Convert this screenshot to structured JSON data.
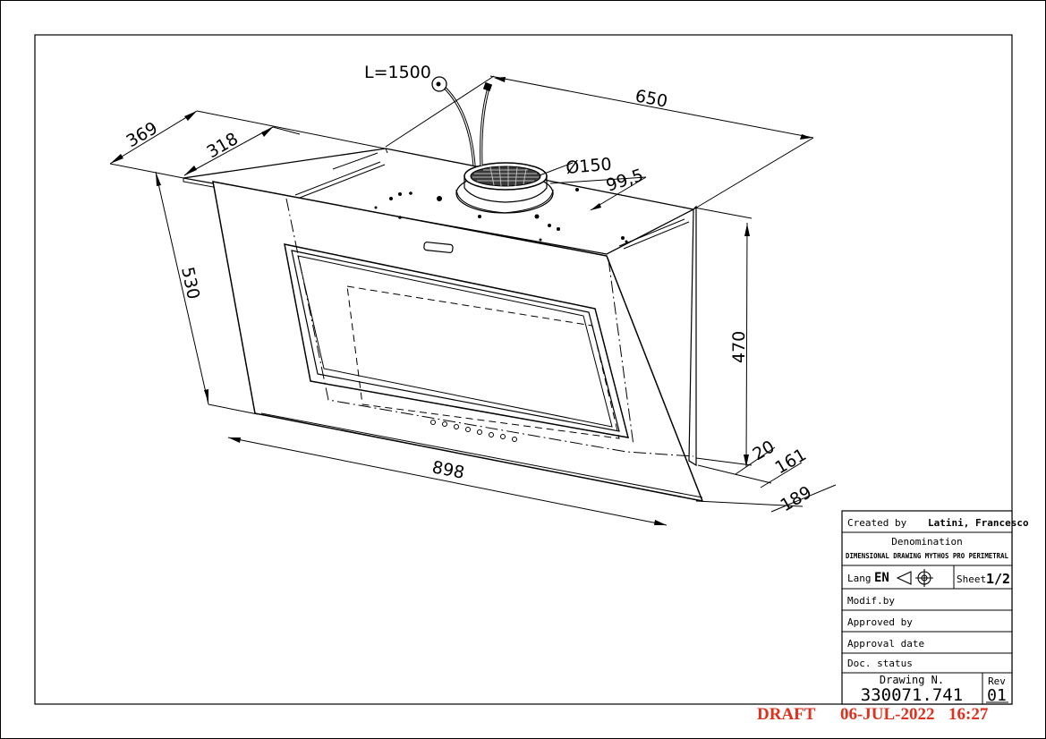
{
  "drawing": {
    "dimensions": {
      "cable_length": "L=1500",
      "overall_depth": "369",
      "top_depth": "318",
      "width_top": "650",
      "duct_diameter": "Ø150",
      "duct_offset": "99,5",
      "height_front": "530",
      "height_side": "470",
      "width_front": "898",
      "bottom_offset": "20",
      "bottom_depth_1": "161",
      "bottom_depth_2": "189"
    },
    "icons": [
      "power-cable-icon",
      "duct-grille-icon",
      "control-buttons-icon"
    ]
  },
  "title_block": {
    "created_by_label": "Created by",
    "created_by_value": "Latini, Francesco",
    "denomination_label": "Denomination",
    "denomination_value": "DIMENSIONAL DRAWING MYTHOS PRO PERIMETRAL",
    "lang_label": "Lang",
    "lang_value": "EN",
    "sheet_label": "Sheet",
    "sheet_value": "1/2",
    "modif_by_label": "Modif.by",
    "approved_by_label": "Approved by",
    "approval_date_label": "Approval date",
    "doc_status_label": "Doc. status",
    "drawing_number_label": "Drawing N.",
    "drawing_number_value": "330071.741",
    "rev_label": "Rev",
    "rev_value": "01"
  },
  "footer": {
    "status": "DRAFT",
    "date": "06-JUL-2022",
    "time": "16:27"
  }
}
